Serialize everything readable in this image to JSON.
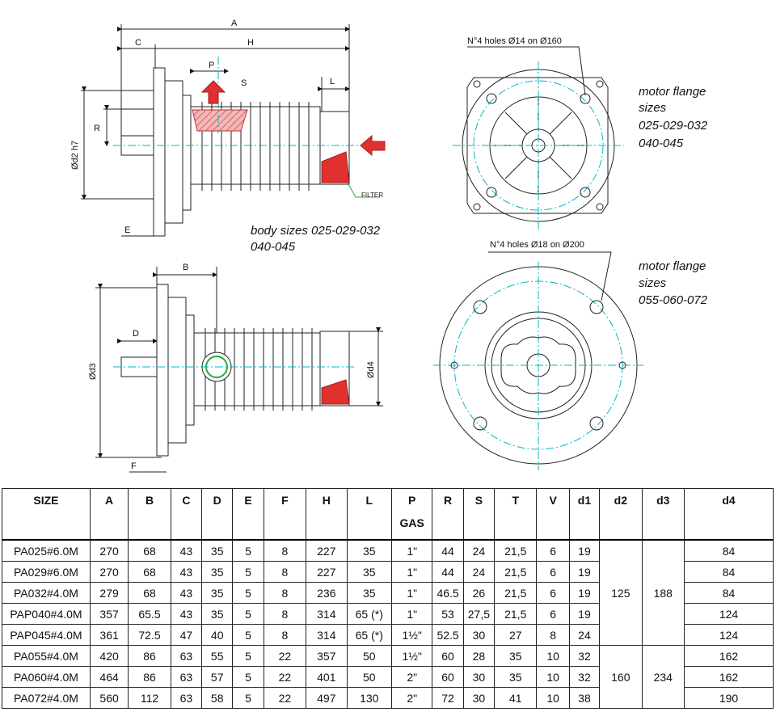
{
  "dimension_labels": {
    "A": "A",
    "C": "C",
    "H": "H",
    "P": "P",
    "S": "S",
    "L": "L",
    "R": "R",
    "E": "E",
    "B": "B",
    "D": "D",
    "F": "F",
    "d2": "Ød2  h7",
    "d3": "Ød3",
    "d4": "Ød4",
    "filter": "FILTER"
  },
  "notes": {
    "body_sizes_line1": "body sizes 025-029-032",
    "body_sizes_line2": "040-045",
    "flange_top_line1": "motor flange",
    "flange_top_line2": "sizes",
    "flange_top_line3": "025-029-032",
    "flange_top_line4": "040-045",
    "flange_top_holes": "N°4 holes Ø14 on Ø160",
    "flange_bottom_line1": "motor flange",
    "flange_bottom_line2": "sizes",
    "flange_bottom_line3": "055-060-072",
    "flange_bottom_holes": "N°4 holes Ø18 on Ø200"
  },
  "colors": {
    "accent_red": "#e03030",
    "centerline": "#00b8c8",
    "filter_green": "#22aa44"
  },
  "table": {
    "headers": [
      "SIZE",
      "A",
      "B",
      "C",
      "D",
      "E",
      "F",
      "H",
      "L",
      "P",
      "R",
      "S",
      "T",
      "V",
      "d1",
      "d2",
      "d3",
      "d4"
    ],
    "header_sub_p": "GAS",
    "rows": [
      [
        "PA025#6.0M",
        "270",
        "68",
        "43",
        "35",
        "5",
        "8",
        "227",
        "35",
        "1\"",
        "44",
        "24",
        "21,5",
        "6",
        "19",
        "84"
      ],
      [
        "PA029#6.0M",
        "270",
        "68",
        "43",
        "35",
        "5",
        "8",
        "227",
        "35",
        "1\"",
        "44",
        "24",
        "21,5",
        "6",
        "19",
        "84"
      ],
      [
        "PA032#4.0M",
        "279",
        "68",
        "43",
        "35",
        "5",
        "8",
        "236",
        "35",
        "1\"",
        "46.5",
        "26",
        "21,5",
        "6",
        "19",
        "84"
      ],
      [
        "PAP040#4.0M",
        "357",
        "65.5",
        "43",
        "35",
        "5",
        "8",
        "314",
        "65 (*)",
        "1\"",
        "53",
        "27,5",
        "21,5",
        "6",
        "19",
        "124"
      ],
      [
        "PAP045#4.0M",
        "361",
        "72.5",
        "47",
        "40",
        "5",
        "8",
        "314",
        "65 (*)",
        "1½\"",
        "52.5",
        "30",
        "27",
        "8",
        "24",
        "124"
      ],
      [
        "PA055#4.0M",
        "420",
        "86",
        "63",
        "55",
        "5",
        "22",
        "357",
        "50",
        "1½\"",
        "60",
        "28",
        "35",
        "10",
        "32",
        "162"
      ],
      [
        "PA060#4.0M",
        "464",
        "86",
        "63",
        "57",
        "5",
        "22",
        "401",
        "50",
        "2\"",
        "60",
        "30",
        "35",
        "10",
        "32",
        "162"
      ],
      [
        "PA072#4.0M",
        "560",
        "112",
        "63",
        "58",
        "5",
        "22",
        "497",
        "130",
        "2\"",
        "72",
        "30",
        "41",
        "10",
        "38",
        "190"
      ]
    ],
    "group1_d2": "125",
    "group1_d3": "188",
    "group2_d2": "160",
    "group2_d3": "234"
  }
}
